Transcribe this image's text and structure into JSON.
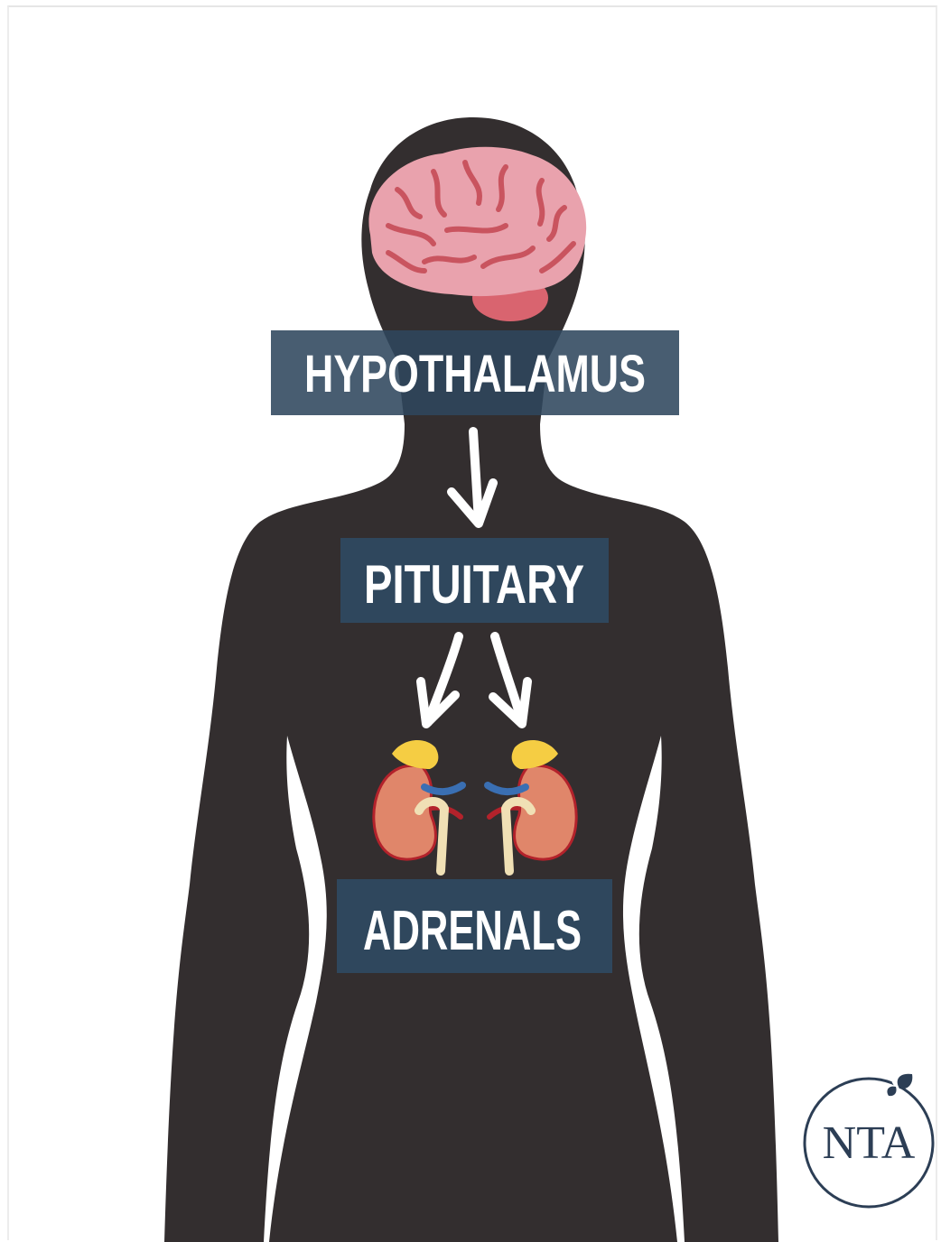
{
  "diagram": {
    "labels": {
      "hypothalamus": "HYPOTHALAMUS",
      "pituitary": "PITUITARY",
      "adrenals": "ADRENALS"
    },
    "logo": "NTA"
  },
  "colors": {
    "silhouette": "#332e2f",
    "label_box": "#2f475d",
    "label_box_top": "#4a6179",
    "arrow": "#ffffff",
    "brain": "#e9a2ad",
    "brain_line": "#c9545f",
    "cerebellum": "#d9646f",
    "kidney": "#e0866a",
    "adrenal_gland": "#f5cd43",
    "ureter": "#f0e0b5",
    "vein": "#3a6fb3",
    "artery": "#b3222b",
    "logo": "#2c3e55"
  },
  "icons": [
    "brain-icon",
    "kidney-icon",
    "leaf-icon",
    "arrow-down-icon"
  ]
}
